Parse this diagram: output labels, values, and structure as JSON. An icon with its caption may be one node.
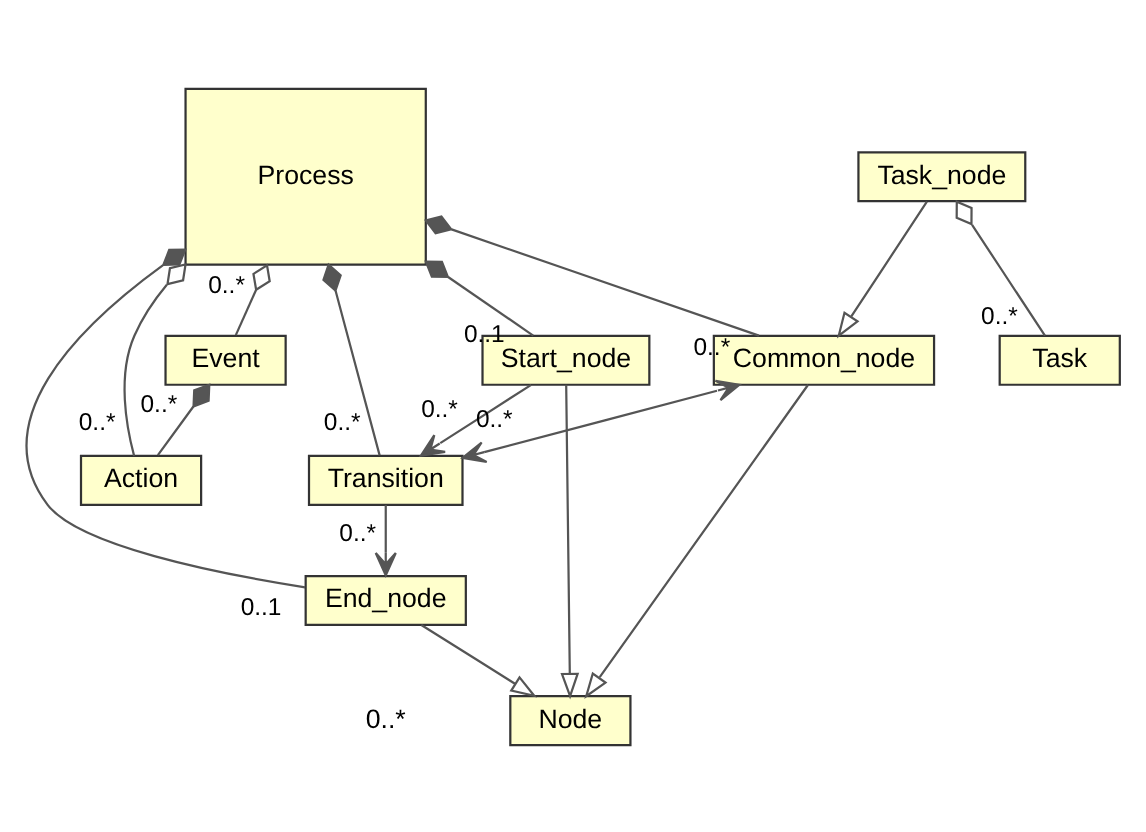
{
  "diagram": {
    "nodes": [
      {
        "text": [
          "Process"
        ]
      },
      {
        "text": [
          "Node"
        ]
      },
      {
        "text": [
          "Start_node"
        ]
      },
      {
        "text": [
          "End_node"
        ]
      },
      {
        "text": [
          "Common_node"
        ]
      },
      {
        "text": [
          "Transition"
        ]
      },
      {
        "text": [
          "Event"
        ]
      },
      {
        "text": [
          "Action"
        ]
      },
      {
        "text": [
          "Task"
        ]
      },
      {
        "text": [
          "Task_node"
        ]
      }
    ],
    "edges": [
      {
        "from": 0,
        "to": 3,
        "arrow": "other",
        "label": "0..1"
      },
      {
        "from": 0,
        "to": 2,
        "arrow": "other",
        "label": "0..1"
      },
      {
        "from": 0,
        "to": 4,
        "arrow": "other",
        "label": "0..*"
      },
      {
        "from": 2,
        "to": 1,
        "arrow": "to"
      },
      {
        "from": 4,
        "to": 1,
        "arrow": "to"
      },
      {
        "from": 3,
        "to": 1,
        "arrow": "to"
      },
      {
        "from": 2,
        "to": 5,
        "arrow": "to",
        "label": "0..*"
      },
      {
        "from": 4,
        "to": 5,
        "arrow": "both",
        "label": "0..*"
      },
      {
        "from": 9,
        "to": 4,
        "arrow": "to"
      },
      {
        "from": 5,
        "to": 3,
        "arrow": "to",
        "label": "0..*"
      },
      {
        "from": 0,
        "to": 5,
        "arrow": "other",
        "label": "0..*"
      },
      {
        "from": 0,
        "to": 6,
        "arrow": "other",
        "label": "0..*"
      },
      {
        "from": 0,
        "to": 7,
        "arrow": "other",
        "label": "0..*"
      },
      {
        "from": 6,
        "to": 7,
        "arrow": "other",
        "label": "0..*"
      },
      {
        "from": 9,
        "to": 8,
        "arrow": "other",
        "label": "0..*"
      }
    ],
    "labels": [
      "0..*"
    ]
  }
}
